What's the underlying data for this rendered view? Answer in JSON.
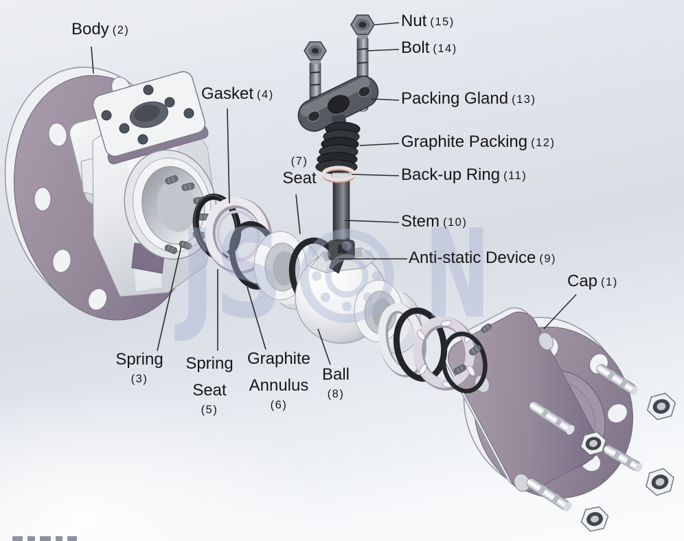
{
  "colors": {
    "flange_mauve": "#9a8ea2",
    "flange_mauve_dark": "#7b7087",
    "metal_light": "#f2f3f5",
    "metal_shadow": "#c7cad1",
    "seal_black": "#26282c",
    "stem_dark": "#4b4e54",
    "backup_ring_pink": "#c2938c",
    "watermark_blue": "#a9b4d2",
    "background_gray": "#dfe3ea",
    "label_text": "#161616",
    "leader_line": "#2b2b2b"
  },
  "watermark": {
    "left": "JS",
    "right": "N"
  },
  "labels": {
    "body": {
      "name": "Body",
      "num": "(2)"
    },
    "gasket": {
      "name": "Gasket",
      "num": "(4)"
    },
    "seat": {
      "name": "Seat",
      "num": "(7)"
    },
    "nut": {
      "name": "Nut",
      "num": "(15)"
    },
    "bolt": {
      "name": "Bolt",
      "num": "(14)"
    },
    "packing_gland": {
      "name": "Packing Gland",
      "num": "(13)"
    },
    "graphite_packing": {
      "name": "Graphite Packing",
      "num": "(12)"
    },
    "backup_ring": {
      "name": "Back-up Ring",
      "num": "(11)"
    },
    "stem": {
      "name": "Stem",
      "num": "(10)"
    },
    "anti_static": {
      "name": "Anti-static Device",
      "num": "(9)"
    },
    "cap": {
      "name": "Cap",
      "num": "(1)"
    },
    "spring": {
      "line1": "Spring",
      "num": "(3)"
    },
    "spring_seat": {
      "line1": "Spring",
      "line2": "Seat",
      "num": "(5)"
    },
    "graphite_annulus": {
      "line1": "Graphite",
      "line2": "Annulus",
      "num": "(6)"
    },
    "ball": {
      "line1": "Ball",
      "num": "(8)"
    }
  }
}
